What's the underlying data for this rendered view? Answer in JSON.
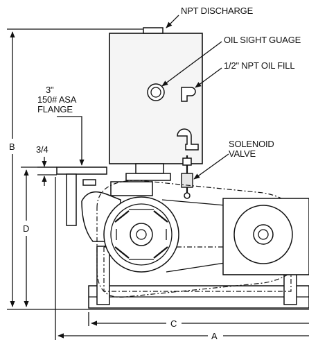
{
  "labels": {
    "npt_discharge": "NPT DISCHARGE",
    "oil_sight_gauge": "OIL SIGHT GUAGE",
    "oil_fill": "1/2\" NPT OIL FILL",
    "solenoid_line1": "SOLENOID",
    "solenoid_line2": "VALVE",
    "flange_line1": "3\"",
    "flange_line2": "150# ASA",
    "flange_line3": "FLANGE",
    "fraction": "3/4"
  },
  "dimensions": {
    "a": "A",
    "b": "B",
    "c": "C",
    "d": "D"
  }
}
